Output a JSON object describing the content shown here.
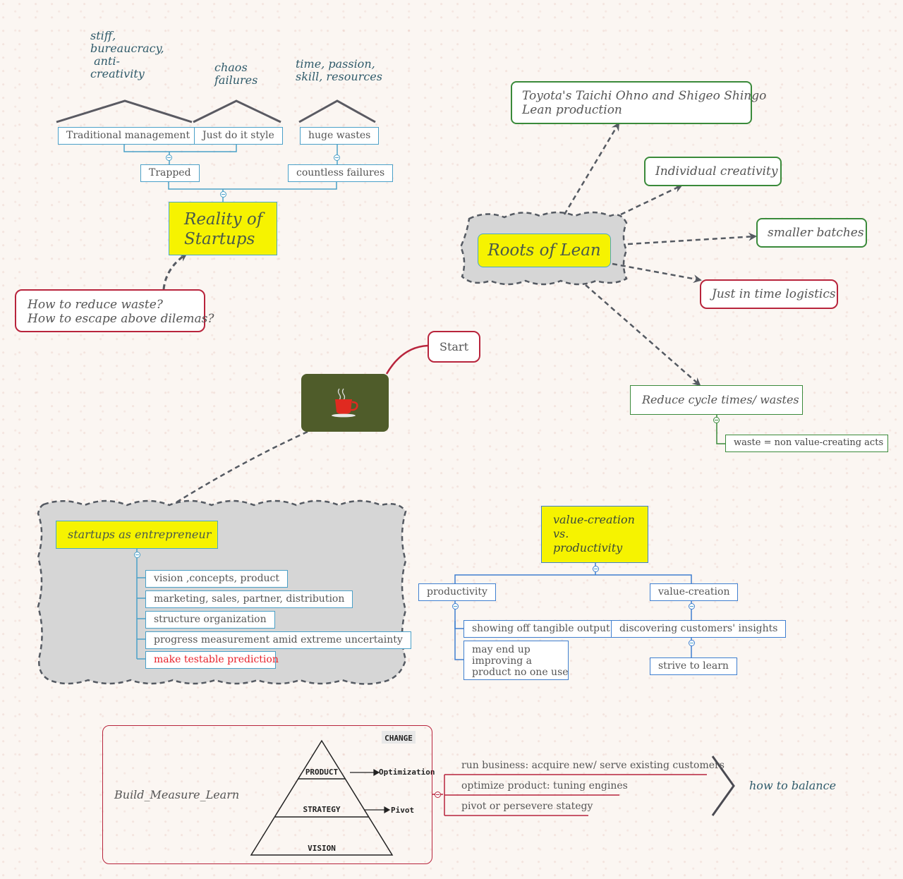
{
  "reality": {
    "notes": {
      "stiff": "stiff,\nbureaucracy,\n anti-\ncreativity",
      "chaos": "chaos\nfailures",
      "time": "time, passion,\nskill, resources"
    },
    "traditional": "Traditional management",
    "just_do_it": "Just do it style",
    "huge_wastes": "huge wastes",
    "trapped": "Trapped",
    "countless": "countless failures",
    "title": "Reality of\nStartups",
    "question": "How to reduce waste?\nHow to escape above dilemas?"
  },
  "center": {
    "start": "Start",
    "icon": "coffee-cup-icon",
    "bg_color": "#4f5c2a"
  },
  "roots": {
    "title": "Roots of Lean",
    "toyota": "Toyota's Taichi Ohno and Shigeo Shingo\nLean production",
    "creativity": "Individual creativity",
    "batches": "smaller batches",
    "jit": "Just in time logistics",
    "cycle": "Reduce cycle times/ wastes",
    "waste_def": "waste = non value-creating acts"
  },
  "entrepreneur": {
    "title": "startups as entrepreneur",
    "items": [
      "vision ,concepts, product",
      "marketing, sales, partner, distribution",
      "structure organization",
      "progress measurement amid extreme uncertainty",
      "make testable prediction"
    ],
    "highlight_color": "#e8202a"
  },
  "value": {
    "title": "value-creation\nvs.\nproductivity",
    "productivity": "productivity",
    "value_creation": "value-creation",
    "showing": "showing off tangible output",
    "may_end": "may end up\nimproving a\nproduct no one use",
    "discovering": "discovering customers' insights",
    "strive": "strive to learn"
  },
  "bml": {
    "title": "Build_Measure_Learn",
    "pyramid": {
      "change": "CHANGE",
      "product": "PRODUCT",
      "optimization": "Optimization",
      "strategy": "STRATEGY",
      "pivot": "Pivot",
      "vision": "VISION"
    },
    "items": [
      "run business: acquire new/ serve existing customers",
      "optimize product: tuning engines",
      "pivot or persevere stategy"
    ],
    "balance": "how to balance"
  }
}
